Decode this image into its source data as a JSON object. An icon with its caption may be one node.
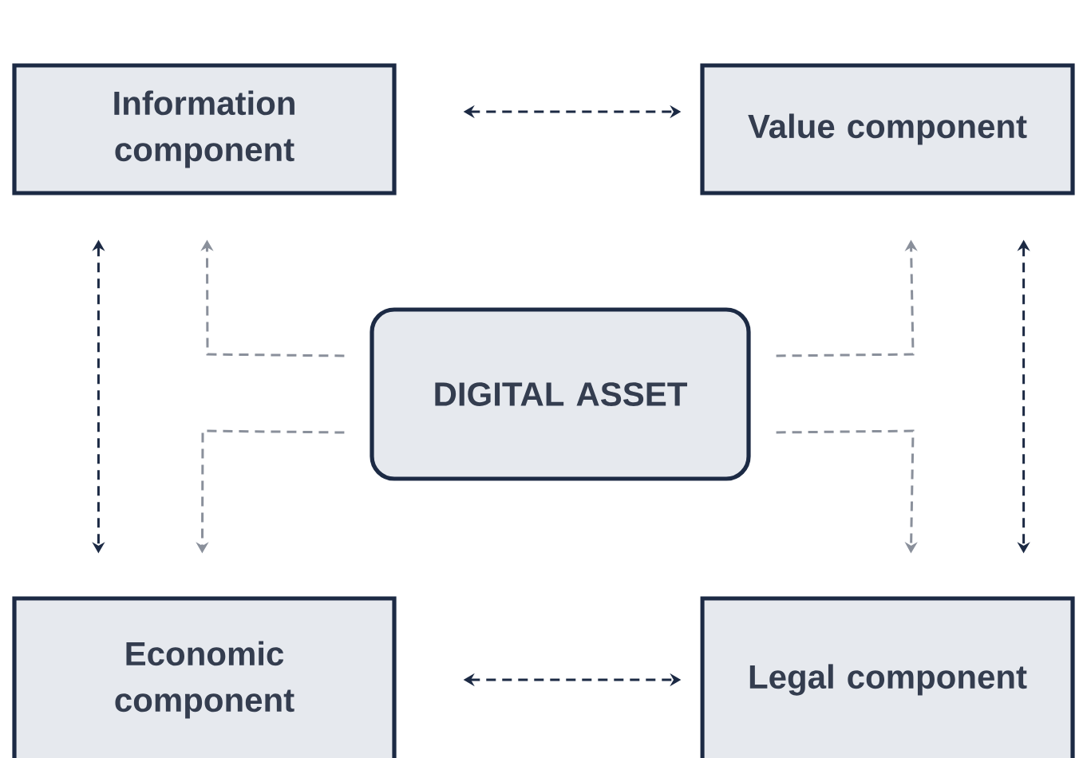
{
  "diagram": {
    "nodes": [
      {
        "text": [
          "Information component"
        ]
      },
      {
        "text": [
          "Value component"
        ]
      },
      {
        "text": [
          "DIGITAL ASSET"
        ]
      },
      {
        "text": [
          "Economic component"
        ]
      },
      {
        "text": [
          "Legal component"
        ]
      }
    ],
    "edges": [
      {
        "from": 0,
        "to": 1,
        "arrow": "both",
        "style": "dashed"
      },
      {
        "from": 0,
        "to": 3,
        "arrow": "both",
        "style": "dashed"
      },
      {
        "from": 1,
        "to": 4,
        "arrow": "both",
        "style": "dashed"
      },
      {
        "from": 2,
        "to": 0,
        "arrow": "to",
        "style": "dashed",
        "color": "#8a909b"
      },
      {
        "from": 2,
        "to": 3,
        "arrow": "to",
        "style": "dashed",
        "color": "#8a909b"
      },
      {
        "from": 2,
        "to": 1,
        "arrow": "to",
        "style": "dashed",
        "color": "#8a909b"
      },
      {
        "from": 2,
        "to": 4,
        "arrow": "to",
        "style": "dashed",
        "color": "#8a909b"
      },
      {
        "from": 3,
        "to": 4,
        "arrow": "both",
        "style": "dashed"
      }
    ]
  }
}
